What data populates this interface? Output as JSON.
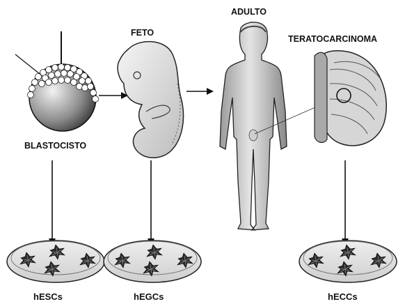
{
  "labels": {
    "blastocisto": "BLASTOCISTO",
    "feto": "FETO",
    "adulto": "ADULTO",
    "teratocarcinoma": "TERATOCARCINOMA"
  },
  "cultures": {
    "hescs": "hESCs",
    "hegcs": "hEGCs",
    "heccs": "hECCs"
  }
}
